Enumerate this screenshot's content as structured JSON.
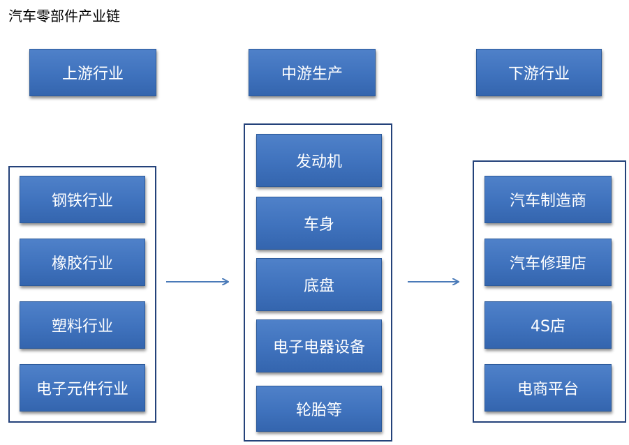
{
  "title": "汽车零部件产业链",
  "headers": {
    "upstream": "上游行业",
    "midstream": "中游生产",
    "downstream": "下游行业"
  },
  "upstream_items": [
    "钢铁行业",
    "橡胶行业",
    "塑料行业",
    "电子元件行业"
  ],
  "midstream_items": [
    "发动机",
    "车身",
    "底盘",
    "电子电器设备",
    "轮胎等"
  ],
  "downstream_items": [
    "汽车制造商",
    "汽车修理店",
    "4S店",
    "电商平台"
  ],
  "colors": {
    "box_fill": "#4472c4",
    "frame_border": "#24427a",
    "arrow": "#4a7ab8"
  }
}
